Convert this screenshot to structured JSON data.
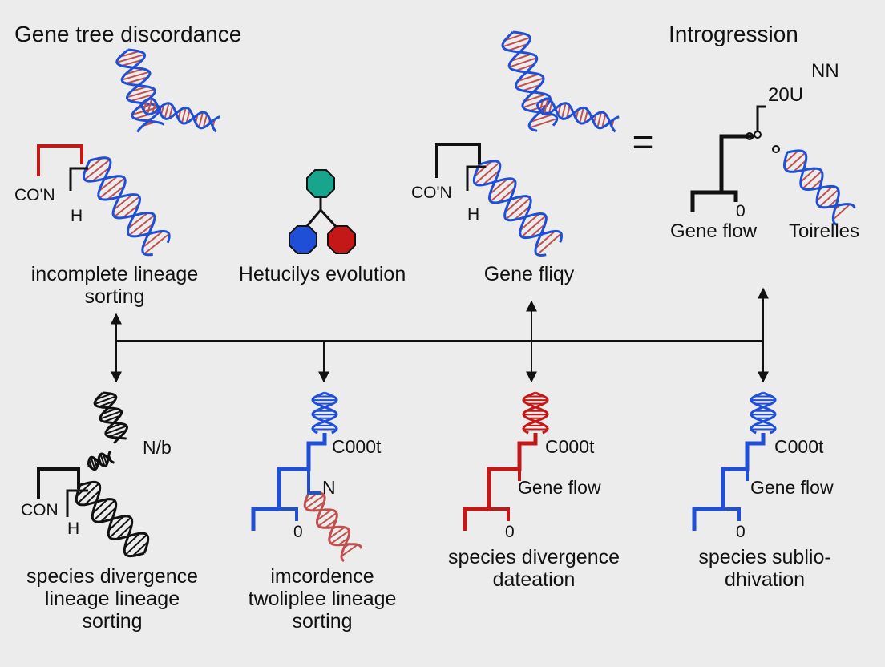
{
  "titles": {
    "left": "Gene tree discordance",
    "right": "Introgression"
  },
  "top_panels": {
    "ils": {
      "tree_label": "CO'N",
      "sub_label": "H",
      "caption_line1": "incomplete lineage",
      "caption_line2": "sorting"
    },
    "hybrid": {
      "caption": "Hetucilys evolution"
    },
    "flow": {
      "tree_label": "CO'N",
      "sub_label": "H",
      "caption": "Gene fliqy"
    },
    "equals": "=",
    "introgression": {
      "label_nn": "NN",
      "label_20u": "20U",
      "zero": "0",
      "label_gene_flow": "Gene flow",
      "label_toirelles": "Toirelles"
    }
  },
  "bottom_panels": [
    {
      "label_a": "N/b",
      "tree_label": "CON",
      "sub_label": "H",
      "caption": [
        "species divergence",
        "lineage lineage",
        "sorting"
      ],
      "color": "#1a1a1a"
    },
    {
      "label_a": "C000t",
      "label_b": "N",
      "zero": "0",
      "caption": [
        "imcordence",
        "twoliplee lineage",
        "sorting"
      ],
      "color": "#1f4fd6"
    },
    {
      "label_a": "C000t",
      "label_b": "Gene flow",
      "zero": "0",
      "caption": [
        "species divergence",
        "dateation"
      ],
      "color": "#c41818"
    },
    {
      "label_a": "C000t",
      "label_b": "Gene flow",
      "zero": "0",
      "caption": [
        "species sublio-",
        "dhivation"
      ],
      "color": "#1f4fd6"
    }
  ],
  "colors": {
    "blue": "#1f4fd6",
    "red": "#c41818",
    "stripe_red": "#c0504d",
    "black": "#111111",
    "teal": "#17a58e",
    "background": "#ececec"
  }
}
